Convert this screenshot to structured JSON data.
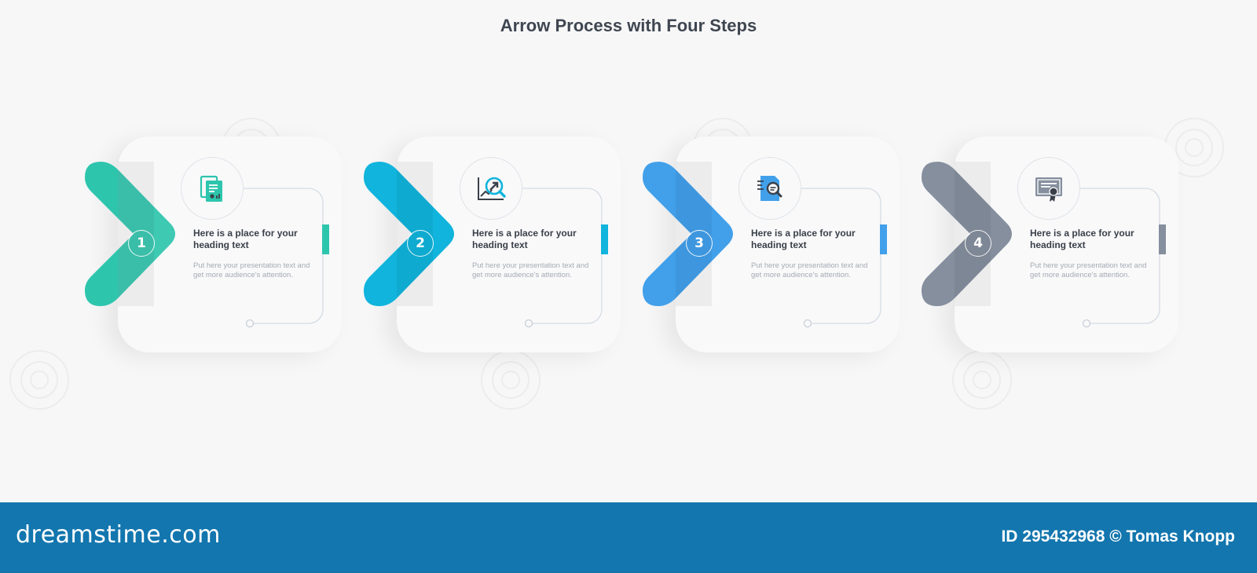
{
  "title": "Arrow Process with Four Steps",
  "steps": [
    {
      "number": "1",
      "heading": "Here is a place for your heading text",
      "body": "Put here your presentation text and get more audience's attention.",
      "color": "#2ec5ad",
      "icon": "documents-icon"
    },
    {
      "number": "2",
      "heading": "Here is a place for your heading text",
      "body": "Put here your presentation text and get more audience's attention.",
      "color": "#10b4dc",
      "icon": "growth-chart-search-icon"
    },
    {
      "number": "3",
      "heading": "Here is a place for your heading text",
      "body": "Put here your presentation text and get more audience's attention.",
      "color": "#42a0ea",
      "icon": "document-search-icon"
    },
    {
      "number": "4",
      "heading": "Here is a place for your heading text",
      "body": "Put here your presentation text and get more audience's attention.",
      "color": "#858f9e",
      "icon": "certificate-icon"
    }
  ],
  "footer": {
    "brand": "dreamstime.com",
    "credit": "ID 295432968 © Tomas Knopp",
    "background": "#1376ae"
  }
}
